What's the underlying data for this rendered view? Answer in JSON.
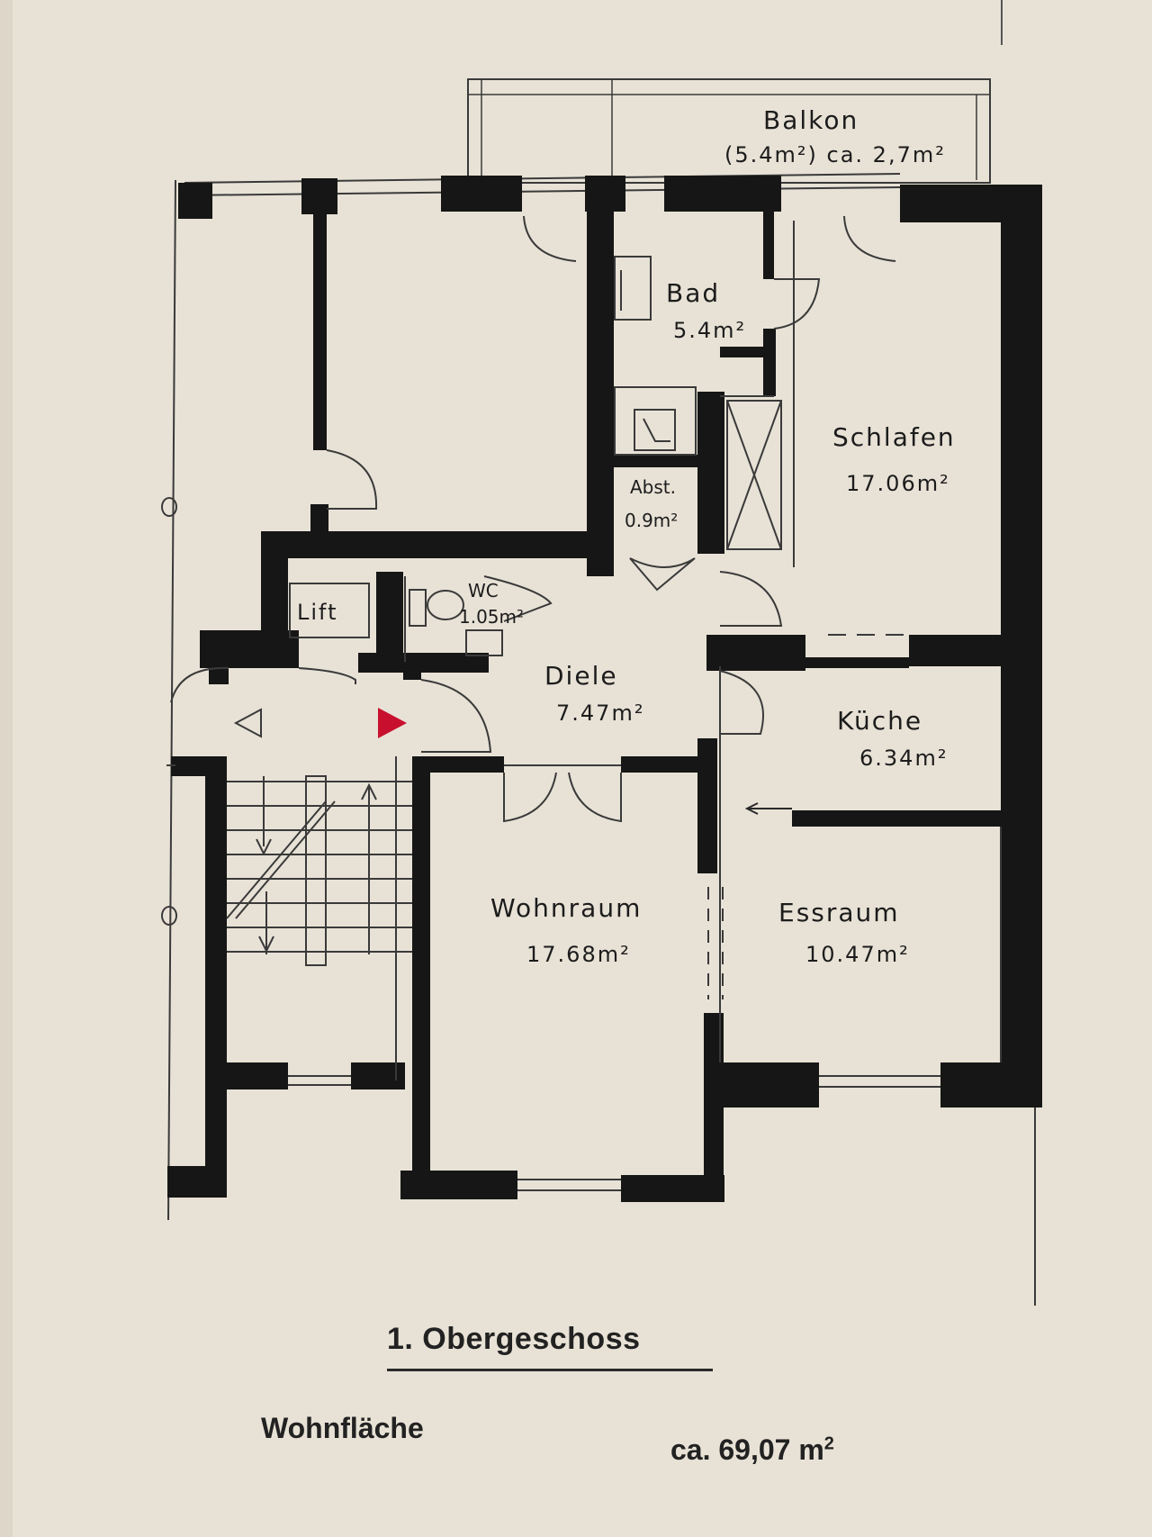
{
  "plan": {
    "rooms": [
      {
        "id": "balkon",
        "name": "Balkon",
        "area": "(5.4m²) ca. 2,7m²"
      },
      {
        "id": "bad",
        "name": "Bad",
        "area": "5.4m²"
      },
      {
        "id": "schlafen",
        "name": "Schlafen",
        "area": "17.06m²"
      },
      {
        "id": "abst",
        "name": "Abst.",
        "area": "0.9m²"
      },
      {
        "id": "lift",
        "name": "Lift",
        "area": ""
      },
      {
        "id": "wc",
        "name": "WC",
        "area": "1.05m²"
      },
      {
        "id": "diele",
        "name": "Diele",
        "area": "7.47m²"
      },
      {
        "id": "kueche",
        "name": "Küche",
        "area": "6.34m²"
      },
      {
        "id": "wohnraum",
        "name": "Wohnraum",
        "area": "17.68m²"
      },
      {
        "id": "essraum",
        "name": "Essraum",
        "area": "10.47m²"
      }
    ],
    "colors": {
      "wall": "#161616",
      "line": "#3a3a3a",
      "paper": "#e8e2d6",
      "entry_marker": "#c8102e"
    }
  },
  "footer": {
    "title": "1. Obergeschoss",
    "living_area_label": "Wohnfläche",
    "living_area_value": "ca. 69,07 m",
    "living_area_unit": "2"
  }
}
